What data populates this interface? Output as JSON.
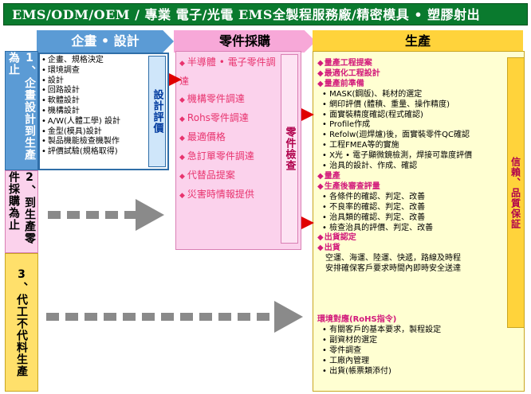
{
  "title": "EMS/ODM/OEM / 專業 電子/光電 EMS全製程服務廠/精密模具 • 塑膠射出",
  "headers": {
    "plan": "企畫 • 設計",
    "parts": "零件採購",
    "production": "生產"
  },
  "left_labels": [
    "1、企畫設計到生產為止",
    "2、到生產零件採購為止",
    "3、代工不代料生產"
  ],
  "plan": {
    "items": [
      "企畫、規格決定",
      "環境調查",
      "設計",
      "回路設計",
      "軟體設計",
      "機構設計",
      "A/W(人體工學) 設計",
      "金型(模具)設計",
      "製品機能檢查機製作",
      "評價試驗(規格取得)"
    ],
    "tag": "設計評價"
  },
  "parts": {
    "items": [
      "半導體 • 電子零件調達",
      "機構零件調達",
      "Rohs零件調達",
      "最適價格",
      "急訂單零件調達",
      "代替品提案",
      "災害時情報提供"
    ],
    "tag": "零件檢查"
  },
  "production": {
    "tag": "信賴、品質保証",
    "sections": [
      {
        "head": "量產工程提案",
        "items": []
      },
      {
        "head": "最適化工程設計",
        "items": []
      },
      {
        "head": "量產前準備",
        "items": [
          "MASK(鋼版)、耗材的選定",
          "網印評價 (體積、重量、操作精度)",
          "面實裝精度確認(程式確認)",
          "Profile作成",
          "Refolw(迴焊爐)後，面實裝零件QC確認",
          "工程FMEA等的實施",
          "X光 • 電子顯微鏡檢測，焊接可靠度評價",
          "治具的設計、作成、確認"
        ]
      },
      {
        "head": "量產",
        "items": []
      },
      {
        "head": "生產後審查評量",
        "items": [
          "各條件的確認、判定、改善",
          "不良率的確認、判定、改善",
          "治具類的確認、判定、改善",
          "檢查治具的評價、判定、改善"
        ]
      },
      {
        "head": "出貨認定",
        "items": []
      },
      {
        "head": "出貨",
        "items": []
      }
    ],
    "shipping_text": [
      "空運、海運、陸運、快遞，路線及時程",
      "安排確保客戶要求時間內即時安全送達"
    ],
    "env_head": "環境對應(RoHS指令)",
    "env_items": [
      "有關客戶的基本要求，製程設定",
      "副資材的選定",
      "零件調查",
      "工廠內管理",
      "出貨(帳票類添付)"
    ]
  }
}
